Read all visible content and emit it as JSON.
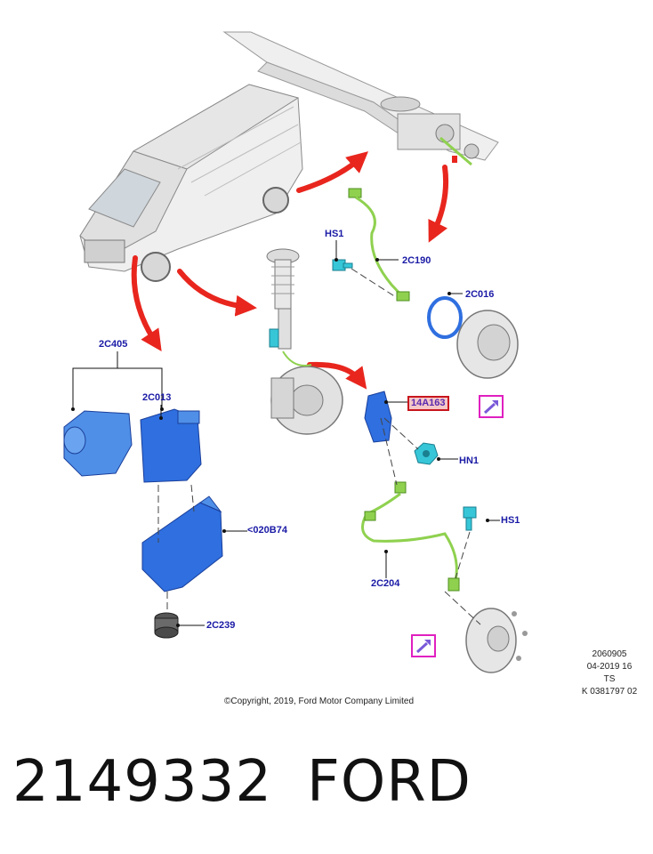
{
  "labels": {
    "hs1_top": "HS1",
    "c2c190": "2C190",
    "c2c016": "2C016",
    "c2c405": "2C405",
    "c2c013": "2C013",
    "c14a163": "14A163",
    "hn1": "HN1",
    "c020b74": "<020B74",
    "hs1_bottom": "HS1",
    "c2c204": "2C204",
    "c2c239": "2C239"
  },
  "reference": {
    "line1": "2060905",
    "line2": "04-2019 16",
    "line3": "TS",
    "line4": "K 0381797 02"
  },
  "copyright": "©Copyright, 2019, Ford Motor Company Limited",
  "part_number": "2149332",
  "brand": "FORD",
  "colors": {
    "label_text": "#1a1aa6",
    "arrow": "#e8261e",
    "sensor_green": "#8fd14f",
    "part_blue": "#2f6fe0",
    "part_cyan": "#36c6d8",
    "highlight_box": "#e020c0"
  },
  "icons": [
    "note-arrow-icon"
  ]
}
